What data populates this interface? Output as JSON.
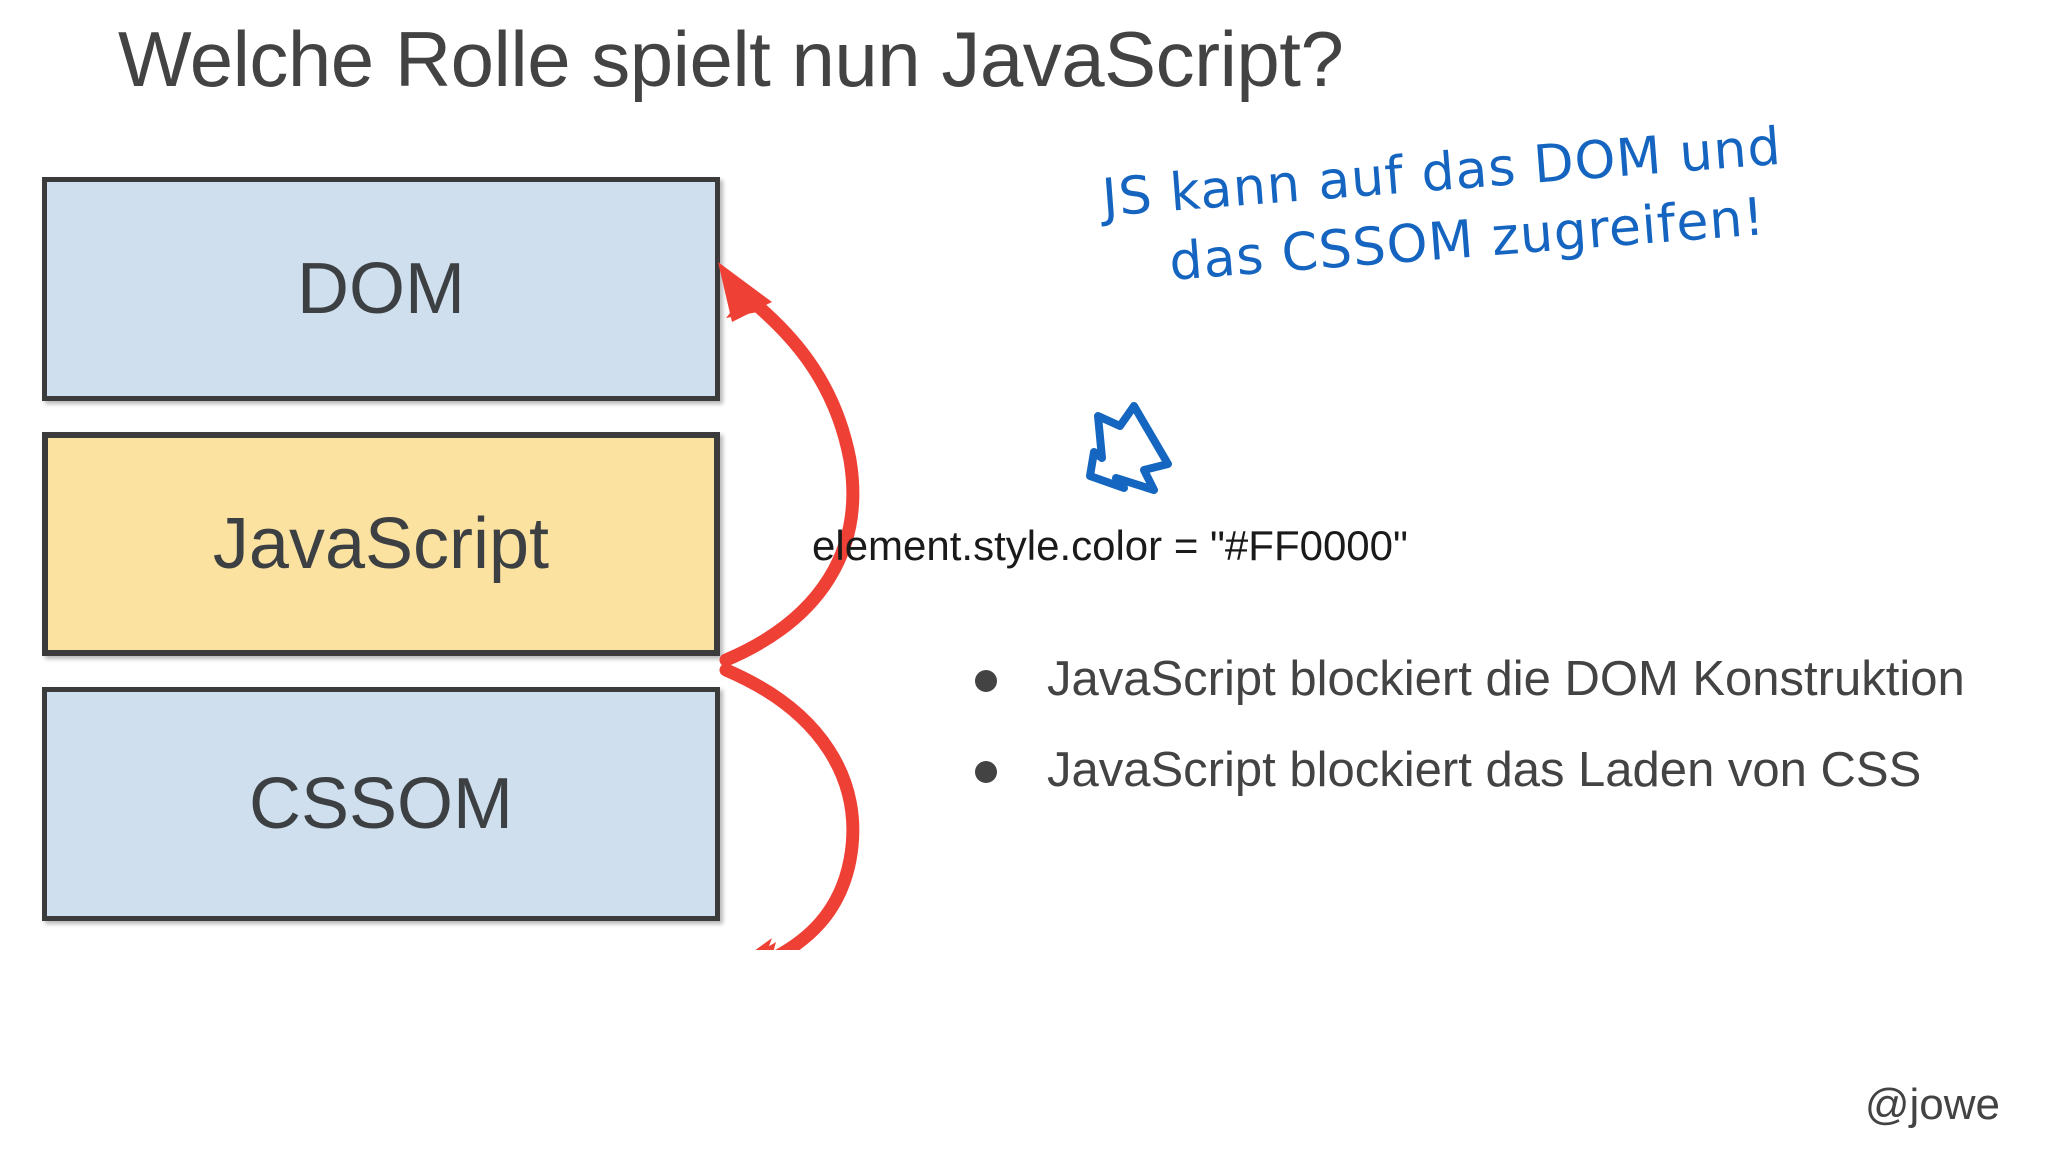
{
  "slide": {
    "title": "Welche Rolle spielt nun JavaScript?",
    "background_color": "#ffffff",
    "watermark": "@jowe"
  },
  "diagram": {
    "boxes": [
      {
        "label": "DOM",
        "fill": "#cfdfee",
        "border": "#3b3b3b"
      },
      {
        "label": "JavaScript",
        "fill": "#fbe2a0",
        "border": "#3b3b3b"
      },
      {
        "label": "CSSOM",
        "fill": "#cfdfee",
        "border": "#3b3b3b"
      }
    ],
    "arrow_color": "#ef4036",
    "arrows": [
      {
        "from": "JavaScript",
        "to": "DOM"
      },
      {
        "from": "JavaScript",
        "to": "CSSOM"
      }
    ]
  },
  "annotation": {
    "color": "#1565c0",
    "line1": "JS kann auf das DOM und",
    "line2": "das CSSOM zugreifen!",
    "arrow_icon": "hand-drawn-arrow-down-left"
  },
  "code": {
    "text": "element.style.color = \"#FF0000\"",
    "color_value": "#FF0000"
  },
  "bullets": {
    "items": [
      {
        "text": "JavaScript blockiert die DOM Konstruktion"
      },
      {
        "text": "JavaScript blockiert das Laden von CSS"
      }
    ]
  }
}
